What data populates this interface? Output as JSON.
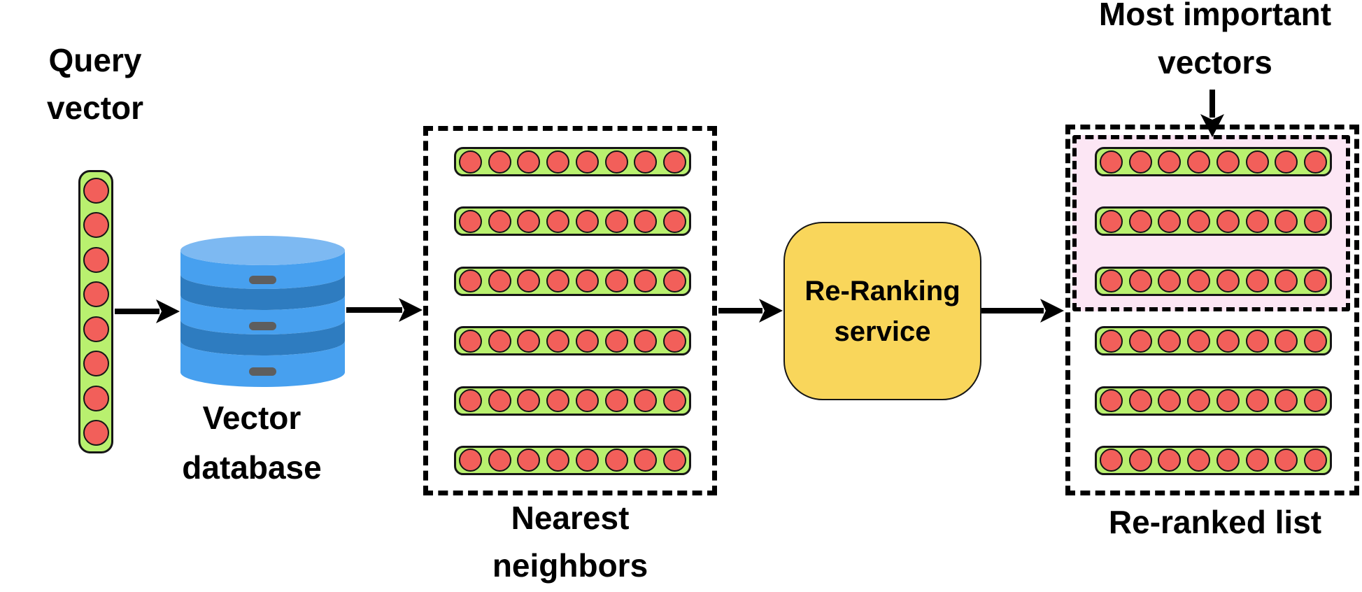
{
  "labels": {
    "query_vector": {
      "line1": "Query",
      "line2": "vector"
    },
    "vector_database": {
      "line1": "Vector",
      "line2": "database"
    },
    "nearest_neighbors": {
      "line1": "Nearest",
      "line2": "neighbors"
    },
    "reranking_service": {
      "line1": "Re-Ranking",
      "line2": "service"
    },
    "reranked_list": {
      "line1": "Re-ranked list"
    },
    "annotation": {
      "line1": "Most important",
      "line2": "vectors"
    }
  },
  "structure": {
    "query_vector_dims": 8,
    "vector_dims": 8,
    "nearest_neighbors_count": 6,
    "reranked_count": 6,
    "highlighted_count": 3,
    "database_disk_count": 3
  },
  "colors": {
    "vector_fill": "#b9f06f",
    "dot_fill": "#f25f5a",
    "outline": "#161616",
    "db_body": "#47a0ef",
    "db_top": "#7db9f2",
    "db_band": "#2e7cc0",
    "db_slot": "#5e5e5e",
    "service_fill": "#f9d65b",
    "highlight_fill": "#fce6f4",
    "arrow": "#000000"
  }
}
